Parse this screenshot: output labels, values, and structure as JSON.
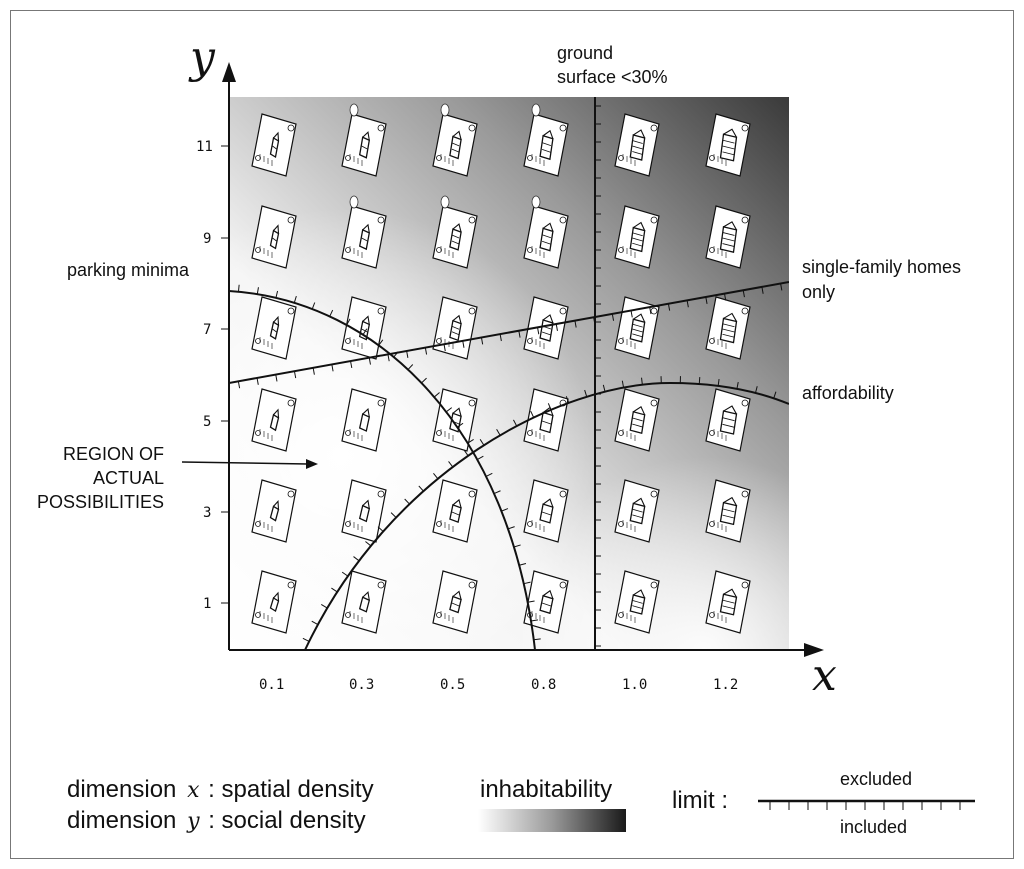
{
  "axes": {
    "y_name": "y",
    "x_name": "x",
    "y_ticks": [
      "1",
      "3",
      "5",
      "7",
      "9",
      "11"
    ],
    "x_ticks": [
      "0.1",
      "0.3",
      "0.5",
      "0.8",
      "1.0",
      "1.2"
    ]
  },
  "labels": {
    "ground_line1": "ground",
    "ground_line2": "surface <30%",
    "parking": "parking minima",
    "single_line1": "single-family homes",
    "single_line2": "only",
    "affordability": "affordability",
    "region_line1": "REGION OF",
    "region_line2": "ACTUAL",
    "region_line3": "POSSIBILITIES"
  },
  "legend": {
    "dim_x_prefix": "dimension",
    "dim_x_var": "x",
    "dim_x_desc": ": spatial density",
    "dim_y_prefix": "dimension",
    "dim_y_var": "y",
    "dim_y_desc": ": social density",
    "inhabitability": "inhabitability",
    "limit": "limit :",
    "excluded": "excluded",
    "included": "included"
  },
  "colors": {
    "gradient_light": "#ffffff",
    "gradient_dark": "#3a3a3a",
    "line": "#111111"
  },
  "buildings": {
    "rows": 6,
    "cols": 6,
    "icon": "house-on-lot-icon"
  }
}
